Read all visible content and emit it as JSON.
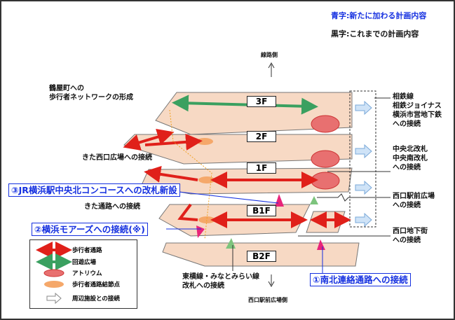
{
  "legend_top": {
    "blue": "青字:新たに加わる計画内容",
    "black": "黒字:これまでの計画内容"
  },
  "directions": {
    "north": "線路側",
    "south": "西口駅前広場側"
  },
  "floors": [
    "3F",
    "2F",
    "1F",
    "B1F",
    "B2F"
  ],
  "labels": {
    "tsuruya": [
      "鶴屋町への",
      "歩行者ネットワークの形成"
    ],
    "sotetsu": [
      "相鉄線",
      "相鉄ジョイナス",
      "横浜市営地下鉄",
      "への接続"
    ],
    "kita_nishiguchi": "きた西口広場への接続",
    "chuo": [
      "中央北改札",
      "中央南改札",
      "への接続"
    ],
    "kita_tsuro": "きた通路への接続",
    "nishiguchi_plaza": [
      "西口駅前広場",
      "への接続"
    ],
    "nishiguchi_chika": [
      "西口地下街",
      "への接続"
    ],
    "toyoko": [
      "東横線・みなとみらい線",
      "改札への接続"
    ]
  },
  "callouts": {
    "c1": "①南北連絡通路への接続",
    "c2": "②横浜モアーズへの接続(※)",
    "c3": "③JR横浜駅中央北コンコースへの改札新設"
  },
  "legend": [
    {
      "label": "歩行者通路",
      "icon": "red-double-arrow"
    },
    {
      "label": "回遊広場",
      "icon": "green-double-arrow"
    },
    {
      "label": "アトリウム",
      "icon": "red-ellipse"
    },
    {
      "label": "歩行者通路結節点",
      "icon": "orange-ellipse"
    },
    {
      "label": "周辺施設との接続",
      "icon": "outline-arrow"
    }
  ],
  "colors": {
    "blue": "#1530e0",
    "slab": "#f7d9c4",
    "red": "#e0201a",
    "green": "#3aa060",
    "pink": "#e8247a"
  }
}
